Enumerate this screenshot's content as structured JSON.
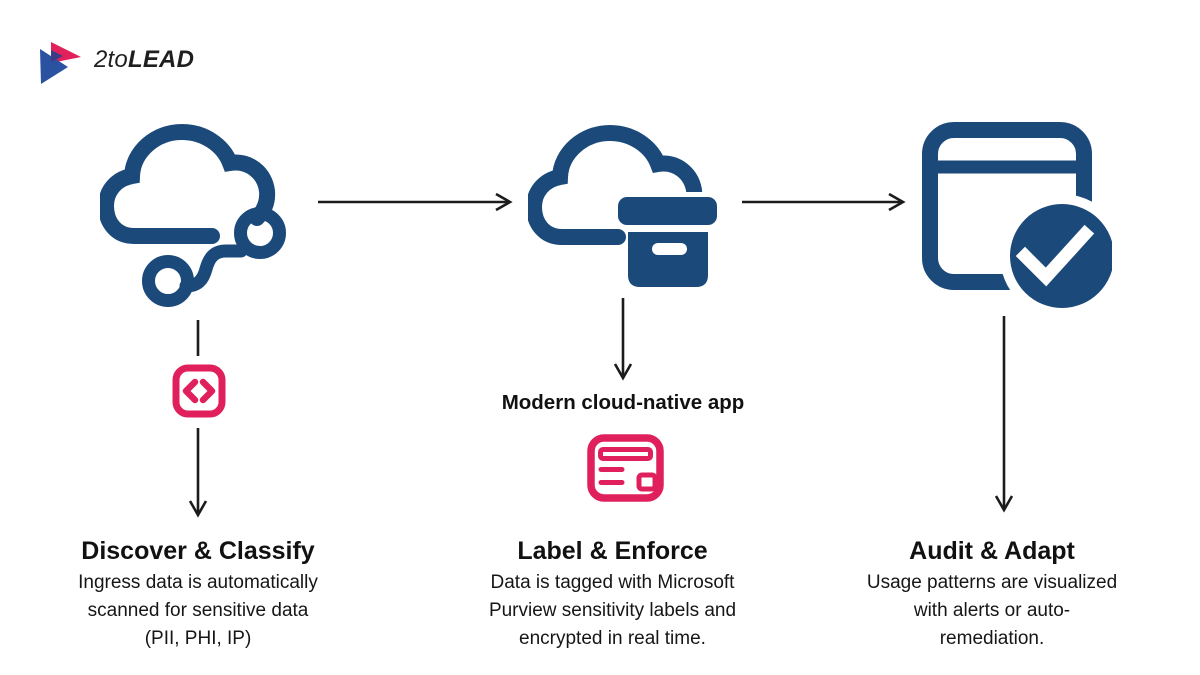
{
  "logo": {
    "prefix": "2to",
    "suffix": "LEAD"
  },
  "flow": {
    "middle_note": "Modern cloud-native app"
  },
  "steps": [
    {
      "title": "Discover & Classify",
      "description": "Ingress data is automatically\nscanned for sensitive data\n(PII, PHI, IP)",
      "icon": "cloud-scan-icon"
    },
    {
      "title": "Label & Enforce",
      "description": "Data is tagged with Microsoft\nPurview sensitivity labels and\nencrypted in real time.",
      "icon": "cloud-archive-icon"
    },
    {
      "title": "Audit & Adapt",
      "description": "Usage patterns are visualized\nwith alerts or auto-\nremediation.",
      "icon": "window-check-icon"
    }
  ],
  "icons": {
    "code_icon": "code-icon",
    "app_icon": "web-app-icon"
  },
  "colors": {
    "blue": "#1B4A7A",
    "pink": "#E0205C",
    "ink": "#1A1A1A",
    "logo_blue": "#2B52A0",
    "logo_overlap": "#3A3D85"
  }
}
